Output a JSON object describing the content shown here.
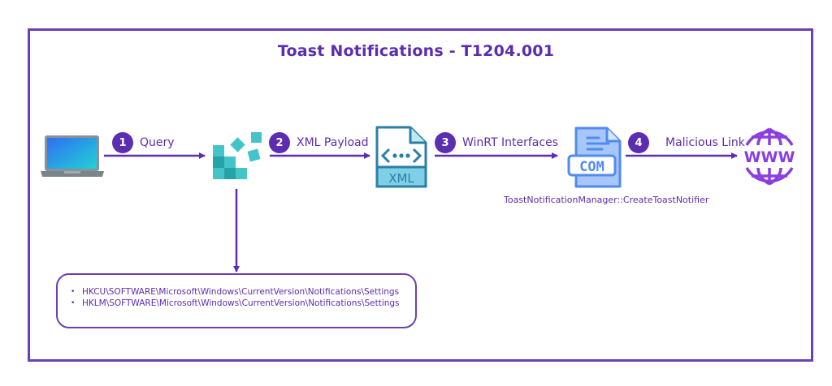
{
  "title": "Toast Notifications - T1204.001",
  "colors": {
    "accent": "#5b2db0",
    "frame": "#6a3fb8",
    "teal": "#3cc3c8",
    "com_blue": "#5b95f0",
    "globe_purple": "#8a3ee0"
  },
  "nodes": [
    {
      "id": "computer",
      "icon": "laptop-icon"
    },
    {
      "id": "registry",
      "icon": "registry-icon"
    },
    {
      "id": "xml",
      "icon": "xml-file-icon",
      "icon_text": "XML"
    },
    {
      "id": "com",
      "icon": "com-file-icon",
      "icon_text": "COM",
      "caption": "ToastNotificationManager::CreateToastNotifier"
    },
    {
      "id": "web",
      "icon": "www-globe-icon",
      "icon_text": "WWW"
    }
  ],
  "steps": [
    {
      "number": "1",
      "label": "Query"
    },
    {
      "number": "2",
      "label": "XML Payload"
    },
    {
      "number": "3",
      "label": "WinRT Interfaces"
    },
    {
      "number": "4",
      "label": "Malicious Link"
    }
  ],
  "registry_keys": [
    "HKCU\\SOFTWARE\\Microsoft\\Windows\\CurrentVersion\\Notifications\\Settings",
    "HKLM\\SOFTWARE\\Microsoft\\Windows\\CurrentVersion\\Notifications\\Settings"
  ]
}
